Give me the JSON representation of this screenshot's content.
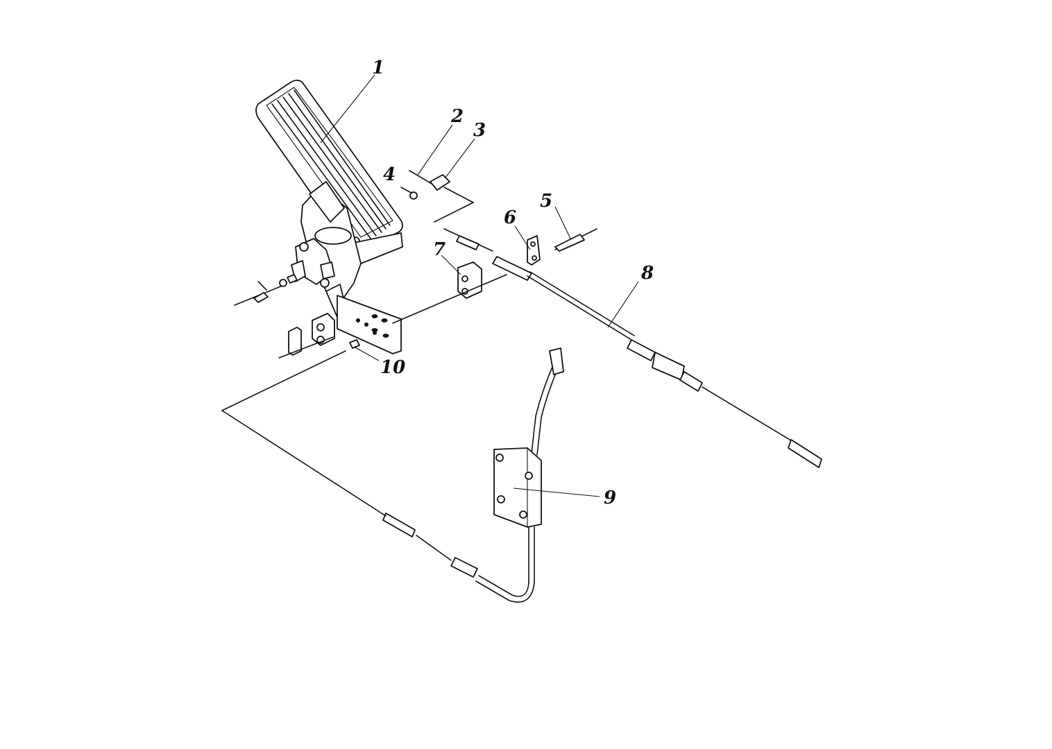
{
  "callouts": [
    "1",
    "2",
    "3",
    "4",
    "5",
    "6",
    "7",
    "8",
    "9",
    "10"
  ],
  "colors": {
    "ink": "#111111",
    "paper": "#ffffff"
  }
}
